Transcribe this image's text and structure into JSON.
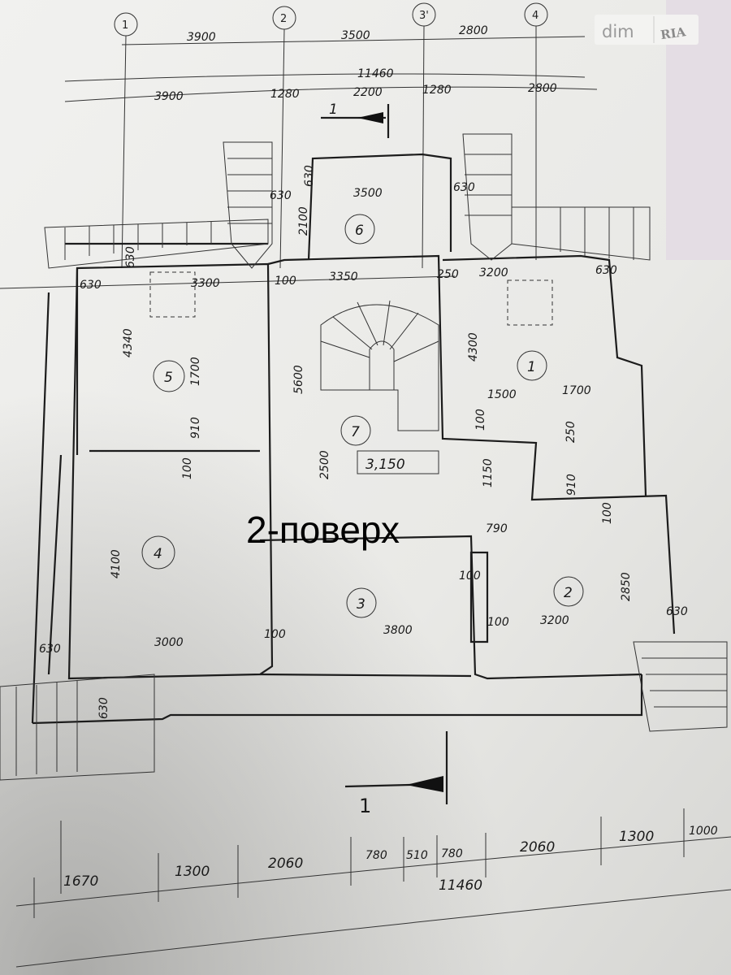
{
  "title": "2-поверх",
  "watermark": {
    "left": "dim",
    "right": "RIA"
  },
  "axes": [
    "1",
    "2",
    "3'",
    "4"
  ],
  "top_dims_1": [
    "3900",
    "3500",
    "2800"
  ],
  "top_total": "11460",
  "top_dims_2": [
    "3900",
    "1280",
    "2200",
    "1280",
    "2800"
  ],
  "section_mark": "1",
  "rooms": [
    "1",
    "2",
    "3",
    "4",
    "5",
    "6",
    "7"
  ],
  "level_mark": "3,150",
  "room_dims": [
    "630",
    "630",
    "3500",
    "2100",
    "630",
    "630",
    "630",
    "3300",
    "100",
    "3350",
    "250",
    "3200",
    "630",
    "4340",
    "1700",
    "5600",
    "4300",
    "1500",
    "1700",
    "2500",
    "910",
    "100",
    "100",
    "250",
    "1150",
    "910",
    "100",
    "790",
    "4100",
    "2850",
    "100",
    "630",
    "3000",
    "100",
    "3800",
    "100",
    "3200",
    "630",
    "630"
  ],
  "bottom_dims": [
    "1670",
    "1300",
    "2060",
    "780",
    "510",
    "780",
    "2060",
    "1300",
    "1000"
  ],
  "bottom_total": "11460"
}
